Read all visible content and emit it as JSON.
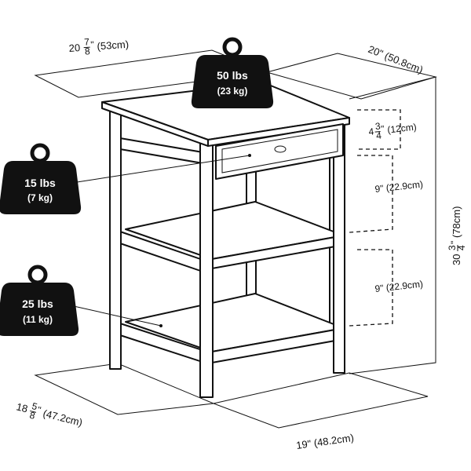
{
  "dimensions": {
    "top_width": {
      "whole": "20",
      "num": "7",
      "den": "8",
      "suffix": "\"",
      "metric": "(53cm)"
    },
    "top_depth": "20\" (50.8cm)",
    "drawer_height": {
      "whole": "4",
      "num": "3",
      "den": "4",
      "suffix": "\"",
      "metric": "(12cm)"
    },
    "shelf_gap_1": "9\" (22.9cm)",
    "shelf_gap_2": "9\" (22.9cm)",
    "total_height": {
      "whole": "30",
      "num": "3",
      "den": "4",
      "suffix": "\"",
      "metric": "(78cm)"
    },
    "base_depth": {
      "whole": "18",
      "num": "5",
      "den": "8",
      "suffix": "\"",
      "metric": "(47.2cm)"
    },
    "base_width": "19\" (48.2cm)"
  },
  "weights": {
    "top": {
      "imperial": "50 lbs",
      "metric": "(23 kg)"
    },
    "drawer": {
      "imperial": "15 lbs",
      "metric": "(7 kg)"
    },
    "shelf": {
      "imperial": "25 lbs",
      "metric": "(11 kg)"
    }
  },
  "colors": {
    "line": "#111111",
    "weight_fill": "#111111"
  }
}
